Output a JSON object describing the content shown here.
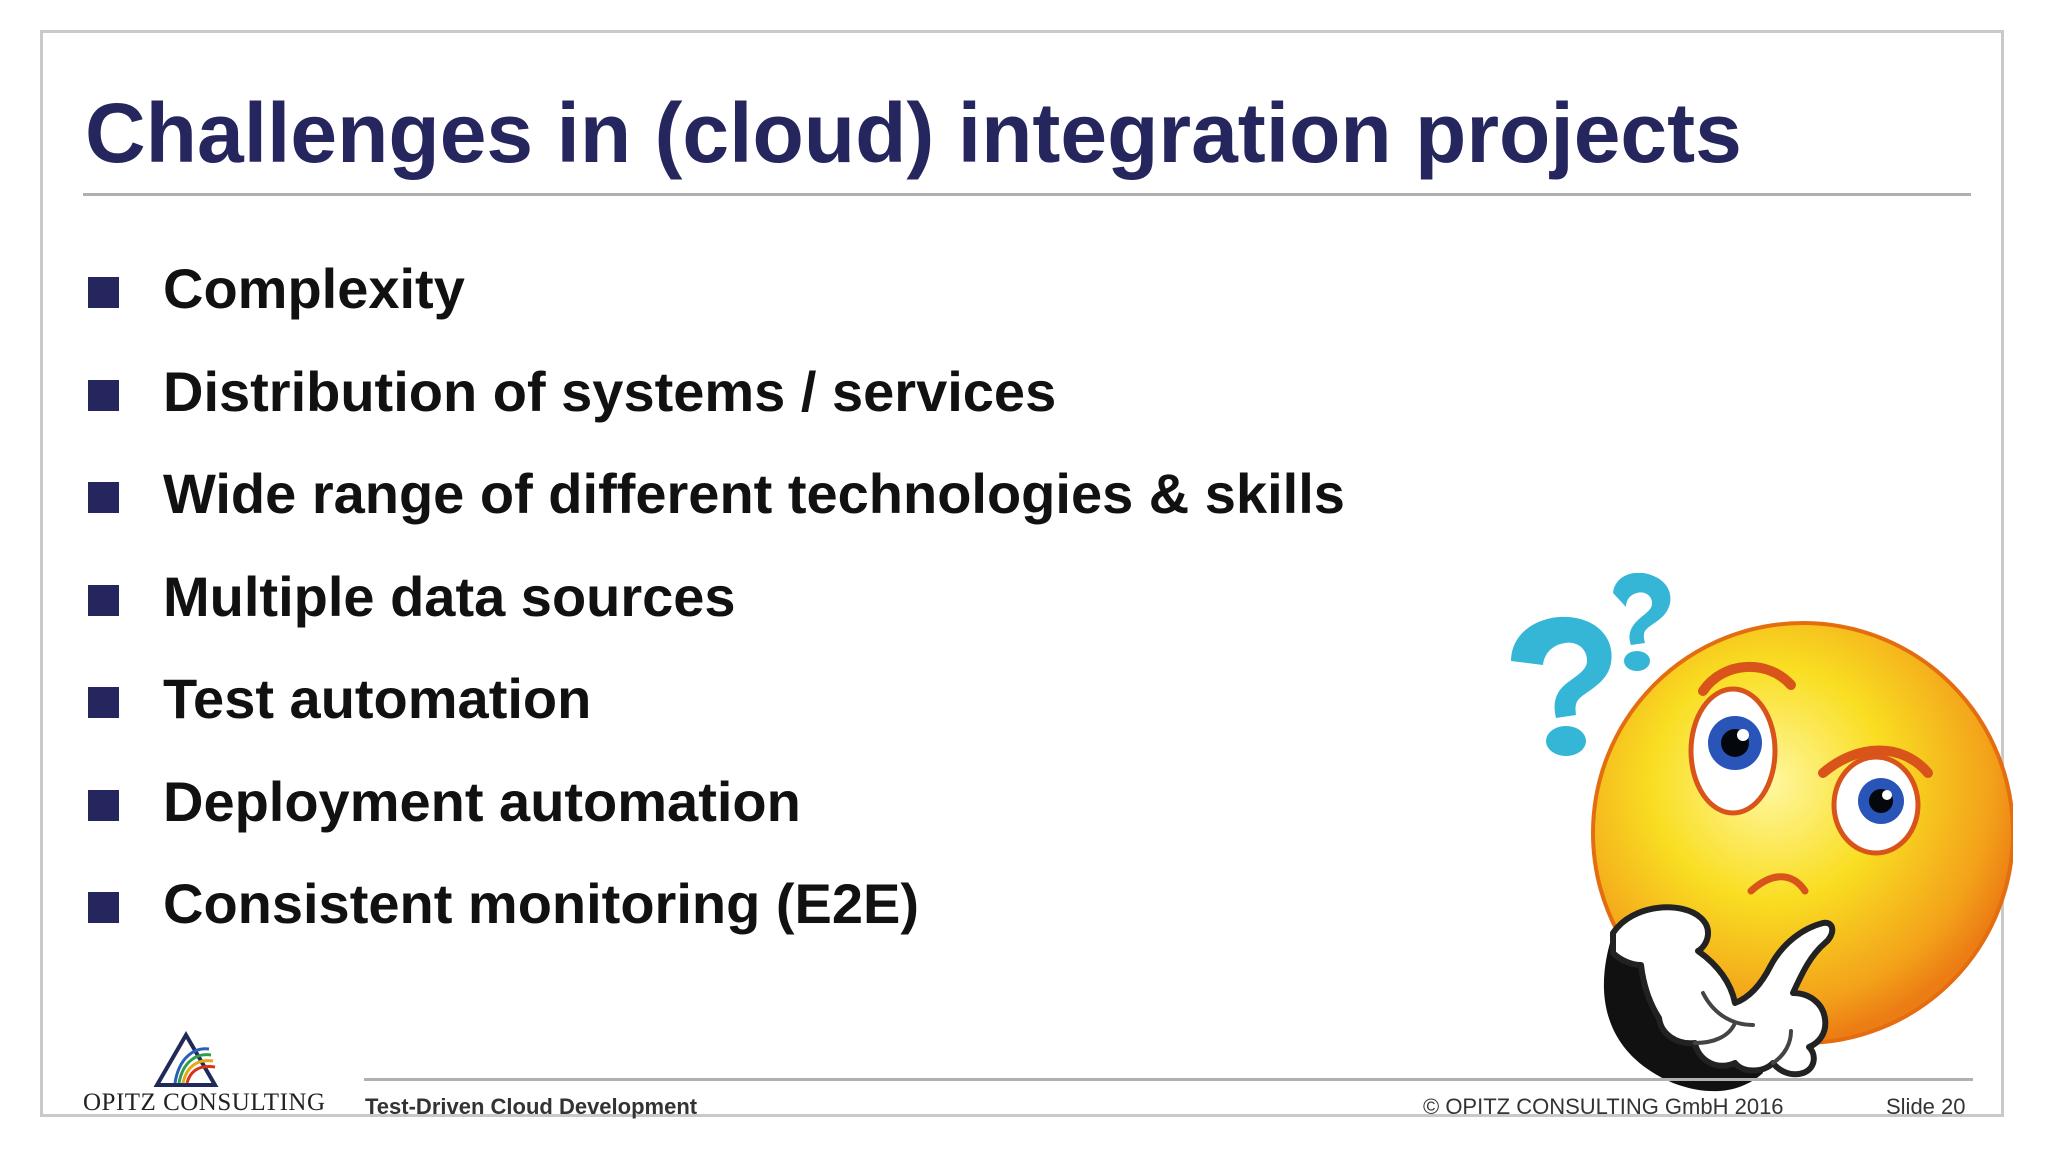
{
  "slide": {
    "title": "Challenges in (cloud) integration projects",
    "bullets": [
      "Complexity",
      "Distribution of systems / services",
      "Wide range of different technologies & skills",
      "Multiple data sources",
      "Test automation",
      "Deployment automation",
      "Consistent monitoring (E2E)"
    ]
  },
  "footer": {
    "logo_text": "OPITZ CONSULTING",
    "presentation_title": "Test-Driven Cloud Development",
    "copyright": "© OPITZ CONSULTING GmbH 2016",
    "slide_number": "Slide 20"
  },
  "icons": {
    "bullet_marker": "square-bullet-icon",
    "illustration": "thinking-smiley-icon",
    "logo": "opitz-consulting-logo"
  },
  "colors": {
    "title": "#26265e",
    "bullet_marker": "#26265e",
    "text": "#111111",
    "rule": "#b0b0b0",
    "question_marks": "#35b6d6",
    "smiley_face": "#f7d21a"
  }
}
